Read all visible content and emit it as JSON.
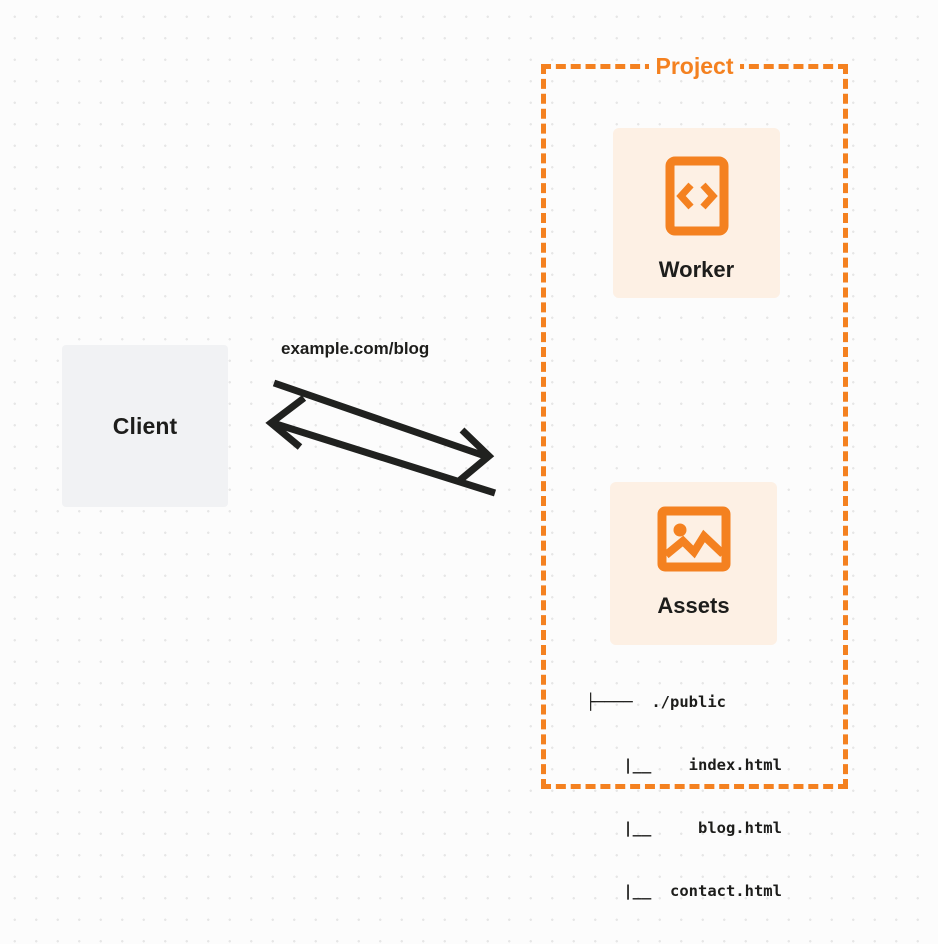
{
  "diagram": {
    "background": "#fcfcfc",
    "accent_color": "#f48120",
    "card_color": "#fdf0e4",
    "client_color": "#f1f2f4",
    "text_color": "#1d1d1b"
  },
  "client": {
    "label": "Client"
  },
  "connection": {
    "label": "example.com/blog"
  },
  "project": {
    "title": "Project",
    "cards": [
      {
        "label": "Worker",
        "icon": "code-brackets-icon"
      },
      {
        "label": "Assets",
        "icon": "image-icon"
      }
    ],
    "file_tree": [
      "├────  ./public",
      "    |__    index.html",
      "    |__     blog.html",
      "    |__  contact.html"
    ]
  }
}
